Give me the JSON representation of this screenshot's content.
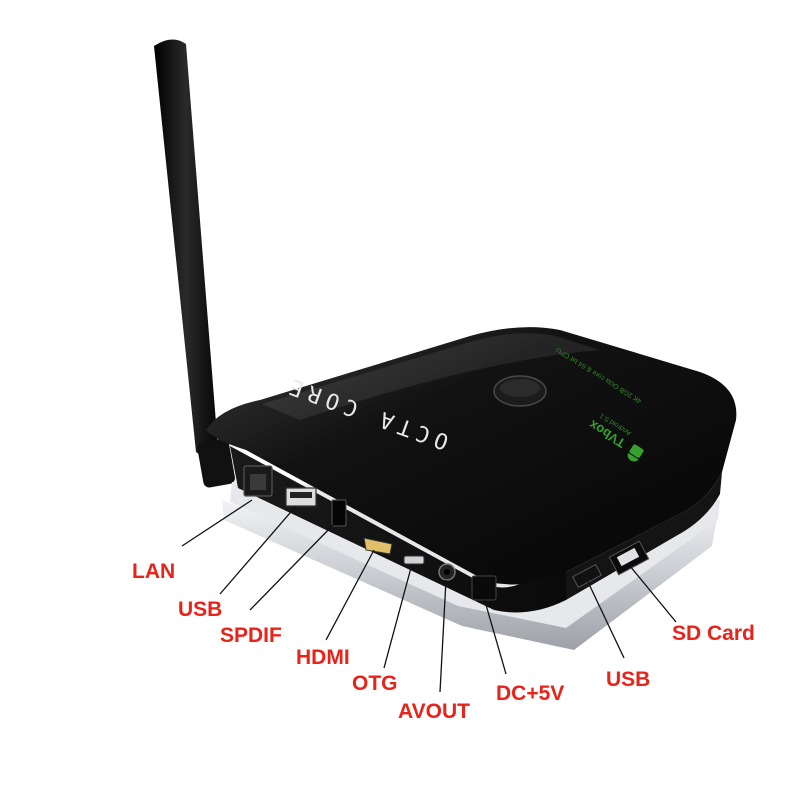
{
  "product": {
    "top_text": "OCTA CORE",
    "logo": "TVbox",
    "logo_sub": "Android 5.1",
    "small_print": "4K 2GB Octa core & 64 bit CPU"
  },
  "ports": {
    "lan": "LAN",
    "usb_back": "USB",
    "spdif": "SPDIF",
    "hdmi": "HDMI",
    "otg": "OTG",
    "avout": "AVOUT",
    "dc": "DC+5V",
    "usb_side": "USB",
    "sd_card": "SD Card"
  },
  "colors": {
    "label_red": "#e8231a",
    "case_black": "#0d0d0d",
    "base_silver": "#d5d8dc",
    "logo_green": "#36a12e"
  }
}
